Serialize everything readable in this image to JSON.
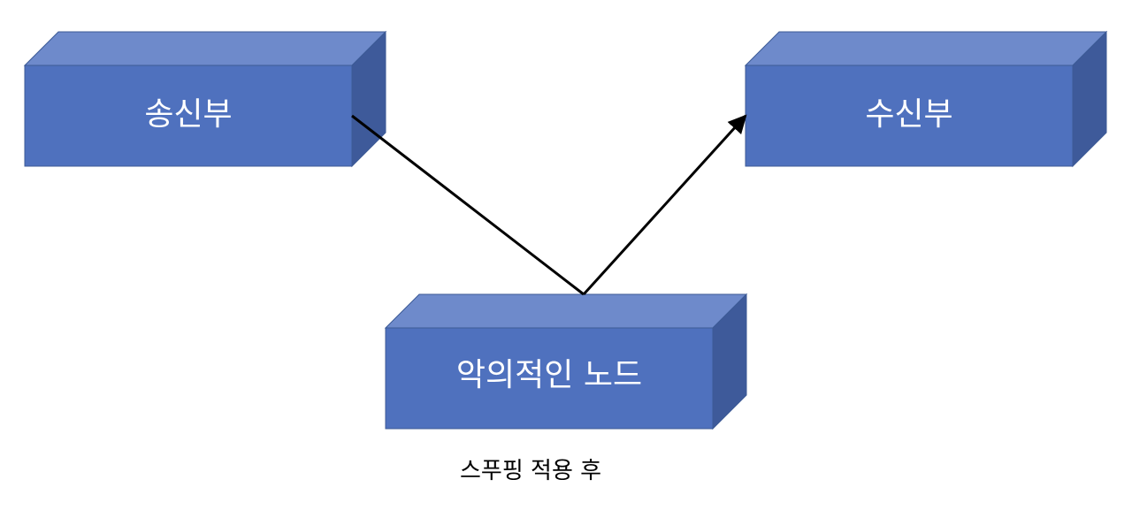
{
  "nodes": {
    "sender": {
      "label": "송신부"
    },
    "receiver": {
      "label": "수신부"
    },
    "malicious": {
      "label": "악의적인 노드"
    }
  },
  "caption": "스푸핑 적용 후",
  "colors": {
    "front": "#4F71BE",
    "top": "#6E8ACB",
    "side": "#3E5A9A",
    "edge": "#3C5A96",
    "arrow": "#000000"
  }
}
